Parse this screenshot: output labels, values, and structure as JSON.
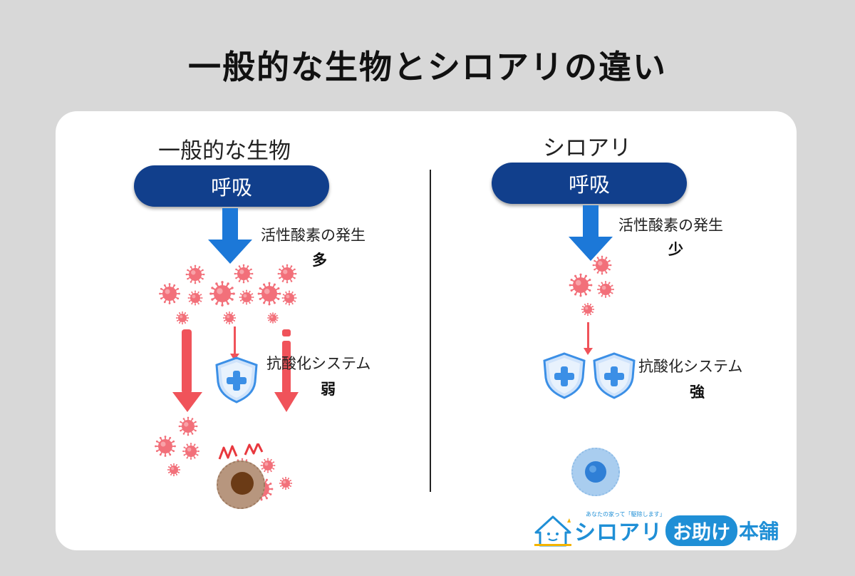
{
  "title": "一般的な生物とシロアリの違い",
  "left": {
    "heading": "一般的な生物",
    "pill": "呼吸",
    "ros_label": "活性酸素の発生",
    "ros_amount": "多",
    "antiox_label": "抗酸化システム",
    "antiox_amount": "弱"
  },
  "right": {
    "heading": "シロアリ",
    "pill": "呼吸",
    "ros_label": "活性酸素の発生",
    "ros_amount": "少",
    "antiox_label": "抗酸化システム",
    "antiox_amount": "強"
  },
  "brand": {
    "tagline": "あなたの家って「駆除します」",
    "name": "シロアリ",
    "bubble": "お助け",
    "store": "本舗"
  },
  "colors": {
    "pill": "#113f8c",
    "arrow_blue": "#1c78d8",
    "arrow_red": "#f0535a",
    "ros_particle": "#f2707a",
    "shield": "#3b8fe6",
    "brand": "#1f8fd6"
  }
}
